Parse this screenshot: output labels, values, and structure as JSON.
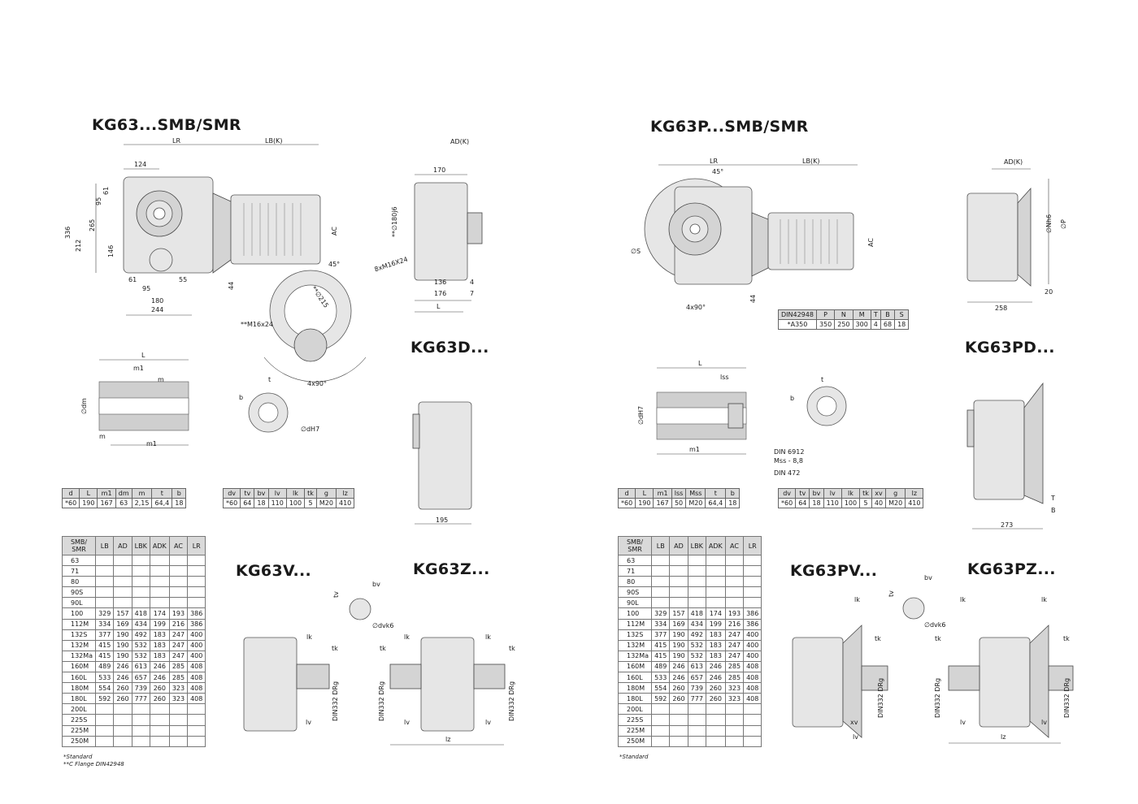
{
  "left": {
    "title_main": "KG63...SMB/SMR",
    "title_d": "KG63D...",
    "title_v": "KG63V...",
    "title_z": "KG63Z...",
    "dims": {
      "lr": "LR",
      "lbk": "LB(K)",
      "adk": "AD(K)",
      "ac": "AC",
      "d124": "124",
      "d95": "95",
      "d61": "61",
      "d336": "336",
      "d265": "265",
      "d212": "212",
      "d146": "146",
      "d61b": "61",
      "d95b": "95",
      "d55": "55",
      "d180": "180",
      "d244": "244",
      "d44": "44",
      "d170": "170",
      "d180j6": "**∅180j6",
      "m16x24": "8xM16X24",
      "d136": "136",
      "d4": "4",
      "d176": "176",
      "d7": "7",
      "l": "L",
      "ang45": "45°",
      "d215": "**∅215",
      "m16x24b": "**M16x24",
      "x4x90": "4x90°",
      "shaft_l": "L",
      "shaft_m1": "m1",
      "shaft_m": "m",
      "shaft_dm": "∅dm",
      "shaft_m_b": "m",
      "shaft_m1_b": "m1",
      "key_t": "t",
      "key_b": "b",
      "key_dh7": "∅dH7",
      "d195": "195",
      "v_tv": "tv",
      "v_bv": "bv",
      "v_dvk6": "∅dvk6",
      "v_lk": "lk",
      "v_tk": "tk",
      "v_lv": "lv",
      "v_din": "DIN332 DRg",
      "z_lk1": "lk",
      "z_lk2": "lk",
      "z_tk1": "tk",
      "z_tk2": "tk",
      "z_din1": "DIN332 DRg",
      "z_din2": "DIN332 DRg",
      "z_lv1": "lv",
      "z_lv2": "lv",
      "z_lz": "lz"
    },
    "table_hollow": {
      "headers": [
        "d",
        "L",
        "m1",
        "dm",
        "m",
        "t",
        "b"
      ],
      "rows": [
        [
          "*60",
          "190",
          "167",
          "63",
          "2,15",
          "64,4",
          "18"
        ]
      ]
    },
    "table_solid": {
      "headers": [
        "dv",
        "tv",
        "bv",
        "lv",
        "lk",
        "tk",
        "g",
        "lz"
      ],
      "rows": [
        [
          "*60",
          "64",
          "18",
          "110",
          "100",
          "5",
          "M20",
          "410"
        ]
      ]
    },
    "spec_headers": [
      "SMB/\nSMR",
      "LB",
      "AD",
      "LBK",
      "ADK",
      "AC",
      "LR"
    ],
    "spec_rows": [
      [
        "63",
        "",
        "",
        "",
        "",
        "",
        ""
      ],
      [
        "71",
        "",
        "",
        "",
        "",
        "",
        ""
      ],
      [
        "80",
        "",
        "",
        "",
        "",
        "",
        ""
      ],
      [
        "90S",
        "",
        "",
        "",
        "",
        "",
        ""
      ],
      [
        "90L",
        "",
        "",
        "",
        "",
        "",
        ""
      ],
      [
        "100",
        "329",
        "157",
        "418",
        "174",
        "193",
        "386"
      ],
      [
        "112M",
        "334",
        "169",
        "434",
        "199",
        "216",
        "386"
      ],
      [
        "132S",
        "377",
        "190",
        "492",
        "183",
        "247",
        "400"
      ],
      [
        "132M",
        "415",
        "190",
        "532",
        "183",
        "247",
        "400"
      ],
      [
        "132Ma",
        "415",
        "190",
        "532",
        "183",
        "247",
        "400"
      ],
      [
        "160M",
        "489",
        "246",
        "613",
        "246",
        "285",
        "408"
      ],
      [
        "160L",
        "533",
        "246",
        "657",
        "246",
        "285",
        "408"
      ],
      [
        "180M",
        "554",
        "260",
        "739",
        "260",
        "323",
        "408"
      ],
      [
        "180L",
        "592",
        "260",
        "777",
        "260",
        "323",
        "408"
      ],
      [
        "200L",
        "",
        "",
        "",
        "",
        "",
        ""
      ],
      [
        "225S",
        "",
        "",
        "",
        "",
        "",
        ""
      ],
      [
        "225M",
        "",
        "",
        "",
        "",
        "",
        ""
      ],
      [
        "250M",
        "",
        "",
        "",
        "",
        "",
        ""
      ]
    ],
    "note1": "*Standard",
    "note2": "**C Flange DIN42948"
  },
  "right": {
    "title_main": "KG63P...SMB/SMR",
    "title_pd": "KG63PD...",
    "title_pv": "KG63PV...",
    "title_pz": "KG63PZ...",
    "dims": {
      "lr": "LR",
      "lbk": "LB(K)",
      "adk": "AD(K)",
      "ac": "AC",
      "ang45": "45°",
      "s": "∅S",
      "nh6": "∅Nh6",
      "p": "∅P",
      "d20": "20",
      "d258": "258",
      "d44": "44",
      "x4x90": "4x90°",
      "shaft_l": "L",
      "shaft_lss": "lss",
      "shaft_dh7": "∅dH7",
      "shaft_m1": "m1",
      "din6912": "DIN 6912",
      "mss": "Mss - 8,8",
      "din472": "DIN 472",
      "key_t": "t",
      "key_b": "b",
      "d273": "273",
      "pd_t": "T",
      "pd_b": "B",
      "pv_tv": "tv",
      "pv_bv": "bv",
      "pv_dvk6": "∅dvk6",
      "pv_lk": "lk",
      "pv_tk": "tk",
      "pv_din": "DIN332 DRg",
      "pv_xv": "xv",
      "pv_lv": "lv",
      "pz_lk1": "lk",
      "pz_lk2": "lk",
      "pz_tk1": "tk",
      "pz_tk2": "tk",
      "pz_din1": "DIN332 DRg",
      "pz_din2": "DIN332 DRg",
      "pz_lv1": "lv",
      "pz_lv2": "lv",
      "pz_lz": "lz"
    },
    "table_flange": {
      "headers": [
        "DIN42948",
        "P",
        "N",
        "M",
        "T",
        "B",
        "S"
      ],
      "rows": [
        [
          "*A350",
          "350",
          "250",
          "300",
          "4",
          "68",
          "18"
        ]
      ]
    },
    "table_hollow": {
      "headers": [
        "d",
        "L",
        "m1",
        "lss",
        "Mss",
        "t",
        "b"
      ],
      "rows": [
        [
          "*60",
          "190",
          "167",
          "50",
          "M20",
          "64,4",
          "18"
        ]
      ]
    },
    "table_solid": {
      "headers": [
        "dv",
        "tv",
        "bv",
        "lv",
        "lk",
        "tk",
        "xv",
        "g",
        "lz"
      ],
      "rows": [
        [
          "*60",
          "64",
          "18",
          "110",
          "100",
          "5",
          "40",
          "M20",
          "410"
        ]
      ]
    },
    "spec_headers": [
      "SMB/\nSMR",
      "LB",
      "AD",
      "LBK",
      "ADK",
      "AC",
      "LR"
    ],
    "spec_rows": [
      [
        "63",
        "",
        "",
        "",
        "",
        "",
        ""
      ],
      [
        "71",
        "",
        "",
        "",
        "",
        "",
        ""
      ],
      [
        "80",
        "",
        "",
        "",
        "",
        "",
        ""
      ],
      [
        "90S",
        "",
        "",
        "",
        "",
        "",
        ""
      ],
      [
        "90L",
        "",
        "",
        "",
        "",
        "",
        ""
      ],
      [
        "100",
        "329",
        "157",
        "418",
        "174",
        "193",
        "386"
      ],
      [
        "112M",
        "334",
        "169",
        "434",
        "199",
        "216",
        "386"
      ],
      [
        "132S",
        "377",
        "190",
        "492",
        "183",
        "247",
        "400"
      ],
      [
        "132M",
        "415",
        "190",
        "532",
        "183",
        "247",
        "400"
      ],
      [
        "132Ma",
        "415",
        "190",
        "532",
        "183",
        "247",
        "400"
      ],
      [
        "160M",
        "489",
        "246",
        "613",
        "246",
        "285",
        "408"
      ],
      [
        "160L",
        "533",
        "246",
        "657",
        "246",
        "285",
        "408"
      ],
      [
        "180M",
        "554",
        "260",
        "739",
        "260",
        "323",
        "408"
      ],
      [
        "180L",
        "592",
        "260",
        "777",
        "260",
        "323",
        "408"
      ],
      [
        "200L",
        "",
        "",
        "",
        "",
        "",
        ""
      ],
      [
        "225S",
        "",
        "",
        "",
        "",
        "",
        ""
      ],
      [
        "225M",
        "",
        "",
        "",
        "",
        "",
        ""
      ],
      [
        "250M",
        "",
        "",
        "",
        "",
        "",
        ""
      ]
    ],
    "note1": "*Standard"
  }
}
